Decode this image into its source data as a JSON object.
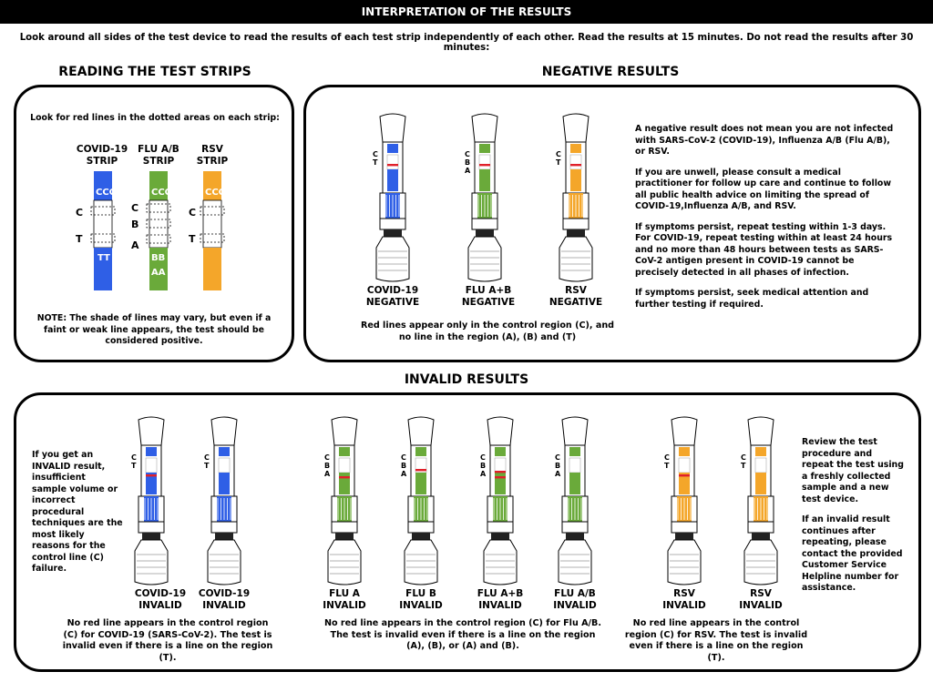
{
  "title": "INTERPRETATION OF THE RESULTS",
  "intro": "Look around all sides of the test device to read the results of each test strip independently of each other. Read the results at 15 minutes. Do not read the results after 30 minutes:",
  "colors": {
    "covid": "#2f5fe6",
    "flu": "#6aaa3a",
    "rsv": "#f4a62a",
    "red": "#e0202a"
  },
  "reading": {
    "heading": "READING THE TEST STRIPS",
    "instruction": "Look for red lines in the dotted areas on each strip:",
    "strips": [
      {
        "name1": "COVID-19",
        "name2": "STRIP",
        "letters": [
          "C",
          "T"
        ],
        "bottom": "TT",
        "top": "CCC"
      },
      {
        "name1": "FLU A/B",
        "name2": "STRIP",
        "letters": [
          "C",
          "B",
          "A"
        ],
        "bottom1": "BB",
        "bottom2": "AA",
        "top": "CCC"
      },
      {
        "name1": "RSV",
        "name2": "STRIP",
        "letters": [
          "C",
          "T"
        ],
        "top": "CCC"
      }
    ],
    "note": "NOTE: The shade of lines may vary, but even if a faint or weak line appears, the test should be considered positive."
  },
  "negative": {
    "heading": "NEGATIVE RESULTS",
    "devices": [
      {
        "label1": "COVID-19",
        "label2": "NEGATIVE",
        "letters": "C T"
      },
      {
        "label1": "FLU A+B",
        "label2": "NEGATIVE",
        "letters": "C B A"
      },
      {
        "label1": "RSV",
        "label2": "NEGATIVE",
        "letters": "C T"
      }
    ],
    "caption": "Red lines appear only in the control region (C), and no line in the region (A), (B) and (T)",
    "p1": "A negative result does not mean you are not infected with SARS-CoV-2 (COVID-19), Influenza A/B (Flu A/B), or RSV.",
    "p2": "If you are unwell, please consult a medical practitioner for follow up care and continue to follow all public health advice on limiting the spread of COVID-19,Influenza A/B, and RSV.",
    "p3": "If symptoms persist, repeat testing within 1-3 days. For COVID-19, repeat testing within at least 24 hours and no more than 48 hours between tests as SARS-CoV-2 antigen present in COVID-19 cannot be precisely detected in all phases of infection.",
    "p4": "If symptoms persist, seek medical attention and further testing if required."
  },
  "invalid": {
    "heading": "INVALID RESULTS",
    "left_text": "If you get an INVALID result, insufficient sample volume or incorrect procedural techniques are the most likely reasons for the control line (C) failure.",
    "right_p1": "Review the test procedure and repeat the test using a freshly collected sample and a new test device.",
    "right_p2": "If an invalid result continues after repeating, please contact the provided Customer Service Helpline number for assistance.",
    "devices": [
      {
        "label1": "COVID-19",
        "label2": "INVALID"
      },
      {
        "label1": "COVID-19",
        "label2": "INVALID"
      },
      {
        "label1": "FLU A",
        "label2": "INVALID"
      },
      {
        "label1": "FLU B",
        "label2": "INVALID"
      },
      {
        "label1": "FLU A+B",
        "label2": "INVALID"
      },
      {
        "label1": "FLU A/B",
        "label2": "INVALID"
      },
      {
        "label1": "RSV",
        "label2": "INVALID"
      },
      {
        "label1": "RSV",
        "label2": "INVALID"
      }
    ],
    "caption_covid": "No red line appears in the control region (C) for COVID-19 (SARS-CoV-2). The test is invalid even if there is a line on the region (T).",
    "caption_flu": "No red line appears in the control region (C) for Flu A/B. The test is invalid even if there is a line on the region (A), (B), or (A) and (B).",
    "caption_rsv": "No red line appears in the control region (C) for RSV. The test is invalid even if there is a line on the region (T)."
  }
}
